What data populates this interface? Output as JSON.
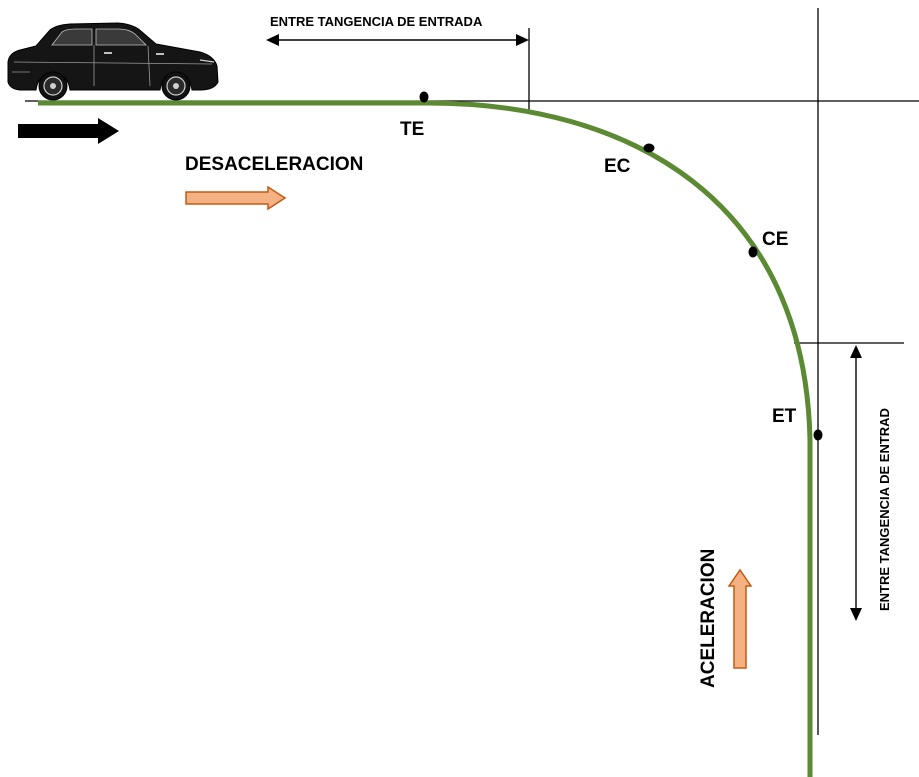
{
  "diagram": {
    "labels": {
      "top_dimension": "ENTRE TANGENCIA DE ENTRADA",
      "side_dimension": "ENTRE TANGENCIA DE ENTRAD",
      "deceleration": "DESACELERACION",
      "acceleration": "ACELERACION",
      "point_te": "TE",
      "point_ec": "EC",
      "point_ce": "CE",
      "point_et": "ET"
    },
    "colors": {
      "road": "#5b8a32",
      "accel_arrow_fill": "#f4b183",
      "accel_arrow_stroke": "#c55a11",
      "lines": "#000000"
    },
    "icons": {
      "vehicle": "suv-car-icon",
      "direction": "right-arrow-icon"
    }
  }
}
